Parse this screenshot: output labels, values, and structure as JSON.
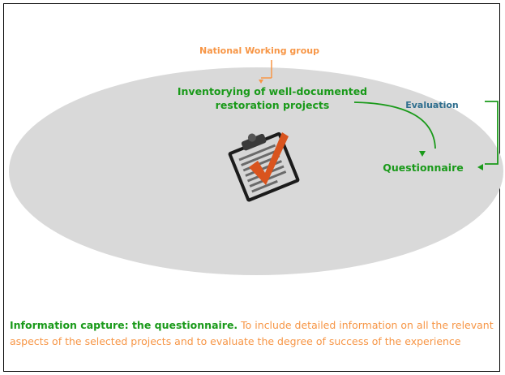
{
  "diagram": {
    "source_label": "National Working group",
    "main_node": "Inventorying of well-documented restoration projects",
    "evaluation_label": "Evaluation",
    "target_node": "Questionnaire",
    "icon": "clipboard-checkmark-icon"
  },
  "caption": {
    "lead": "Information capture: the questionnaire.",
    "body": " To include detailed information on all the relevant aspects of the selected projects and to evaluate the degree of success of the experience"
  },
  "colors": {
    "ellipse": "#d9d9d9",
    "green": "#1a9a1a",
    "orange": "#f79646",
    "teal": "#2e6e8e",
    "check": "#d9541e"
  }
}
